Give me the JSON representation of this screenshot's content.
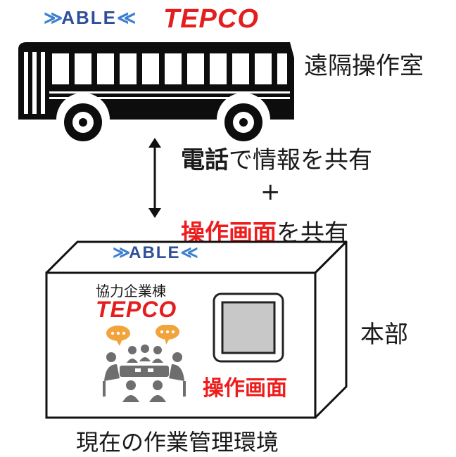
{
  "colors": {
    "accent_red": "#ee1c1c",
    "able_blue": "#2f4f9a",
    "tepco_red": "#e41e1e",
    "bus_black": "#0d0d0d"
  },
  "top_logos": {
    "able": "ABLE",
    "tepco": "TEPCO"
  },
  "bus": {
    "label": "遠隔操作室"
  },
  "link": {
    "phone_bold": "電話",
    "phone_rest": "で情報を共有",
    "plus": "+",
    "screen_bold": "操作画面",
    "screen_rest": "を共有"
  },
  "building": {
    "able_logo": "ABLE",
    "partner_label": "協力企業棟",
    "tepco_logo": "TEPCO",
    "screen_label": "操作画面",
    "side_label": "本部"
  },
  "caption": "現在の作業管理環境"
}
